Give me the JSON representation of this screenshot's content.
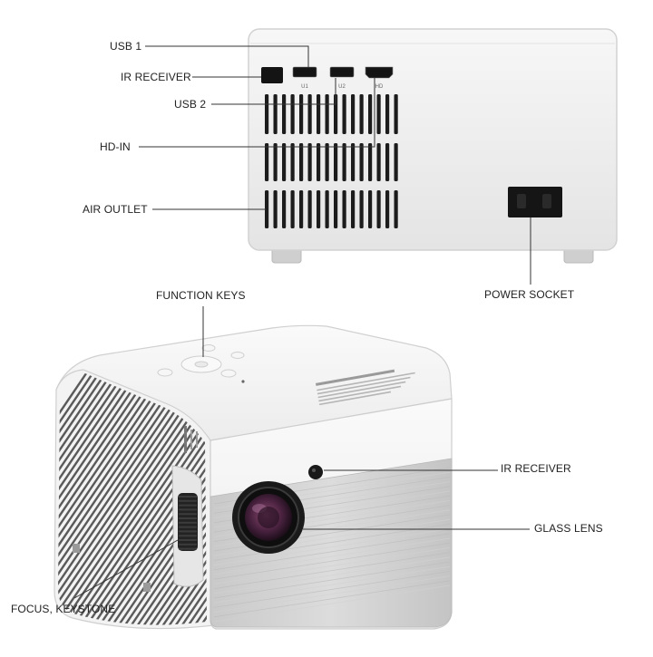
{
  "callouts": {
    "usb1": "USB 1",
    "ir_receiver_back": "IR RECEIVER",
    "usb2": "USB 2",
    "hd_in": "HD-IN",
    "air_outlet": "AIR OUTLET",
    "power_socket": "POWER SOCKET",
    "function_keys": "FUNCTION KEYS",
    "ir_receiver_front": "IR RECEIVER",
    "glass_lens": "GLASS LENS",
    "focus_keystone": "FOCUS, KEYSTONE"
  },
  "port_marks": {
    "u1": "U1",
    "u2": "U2",
    "hd": "HD"
  },
  "colors": {
    "body": "#f1f1f1",
    "body_edge": "#d6d6d6",
    "vent": "#1c1c1c",
    "leader_line": "#333333",
    "lens_ring": "#1a1a1a",
    "lens_glass": "#5a2a4a"
  }
}
